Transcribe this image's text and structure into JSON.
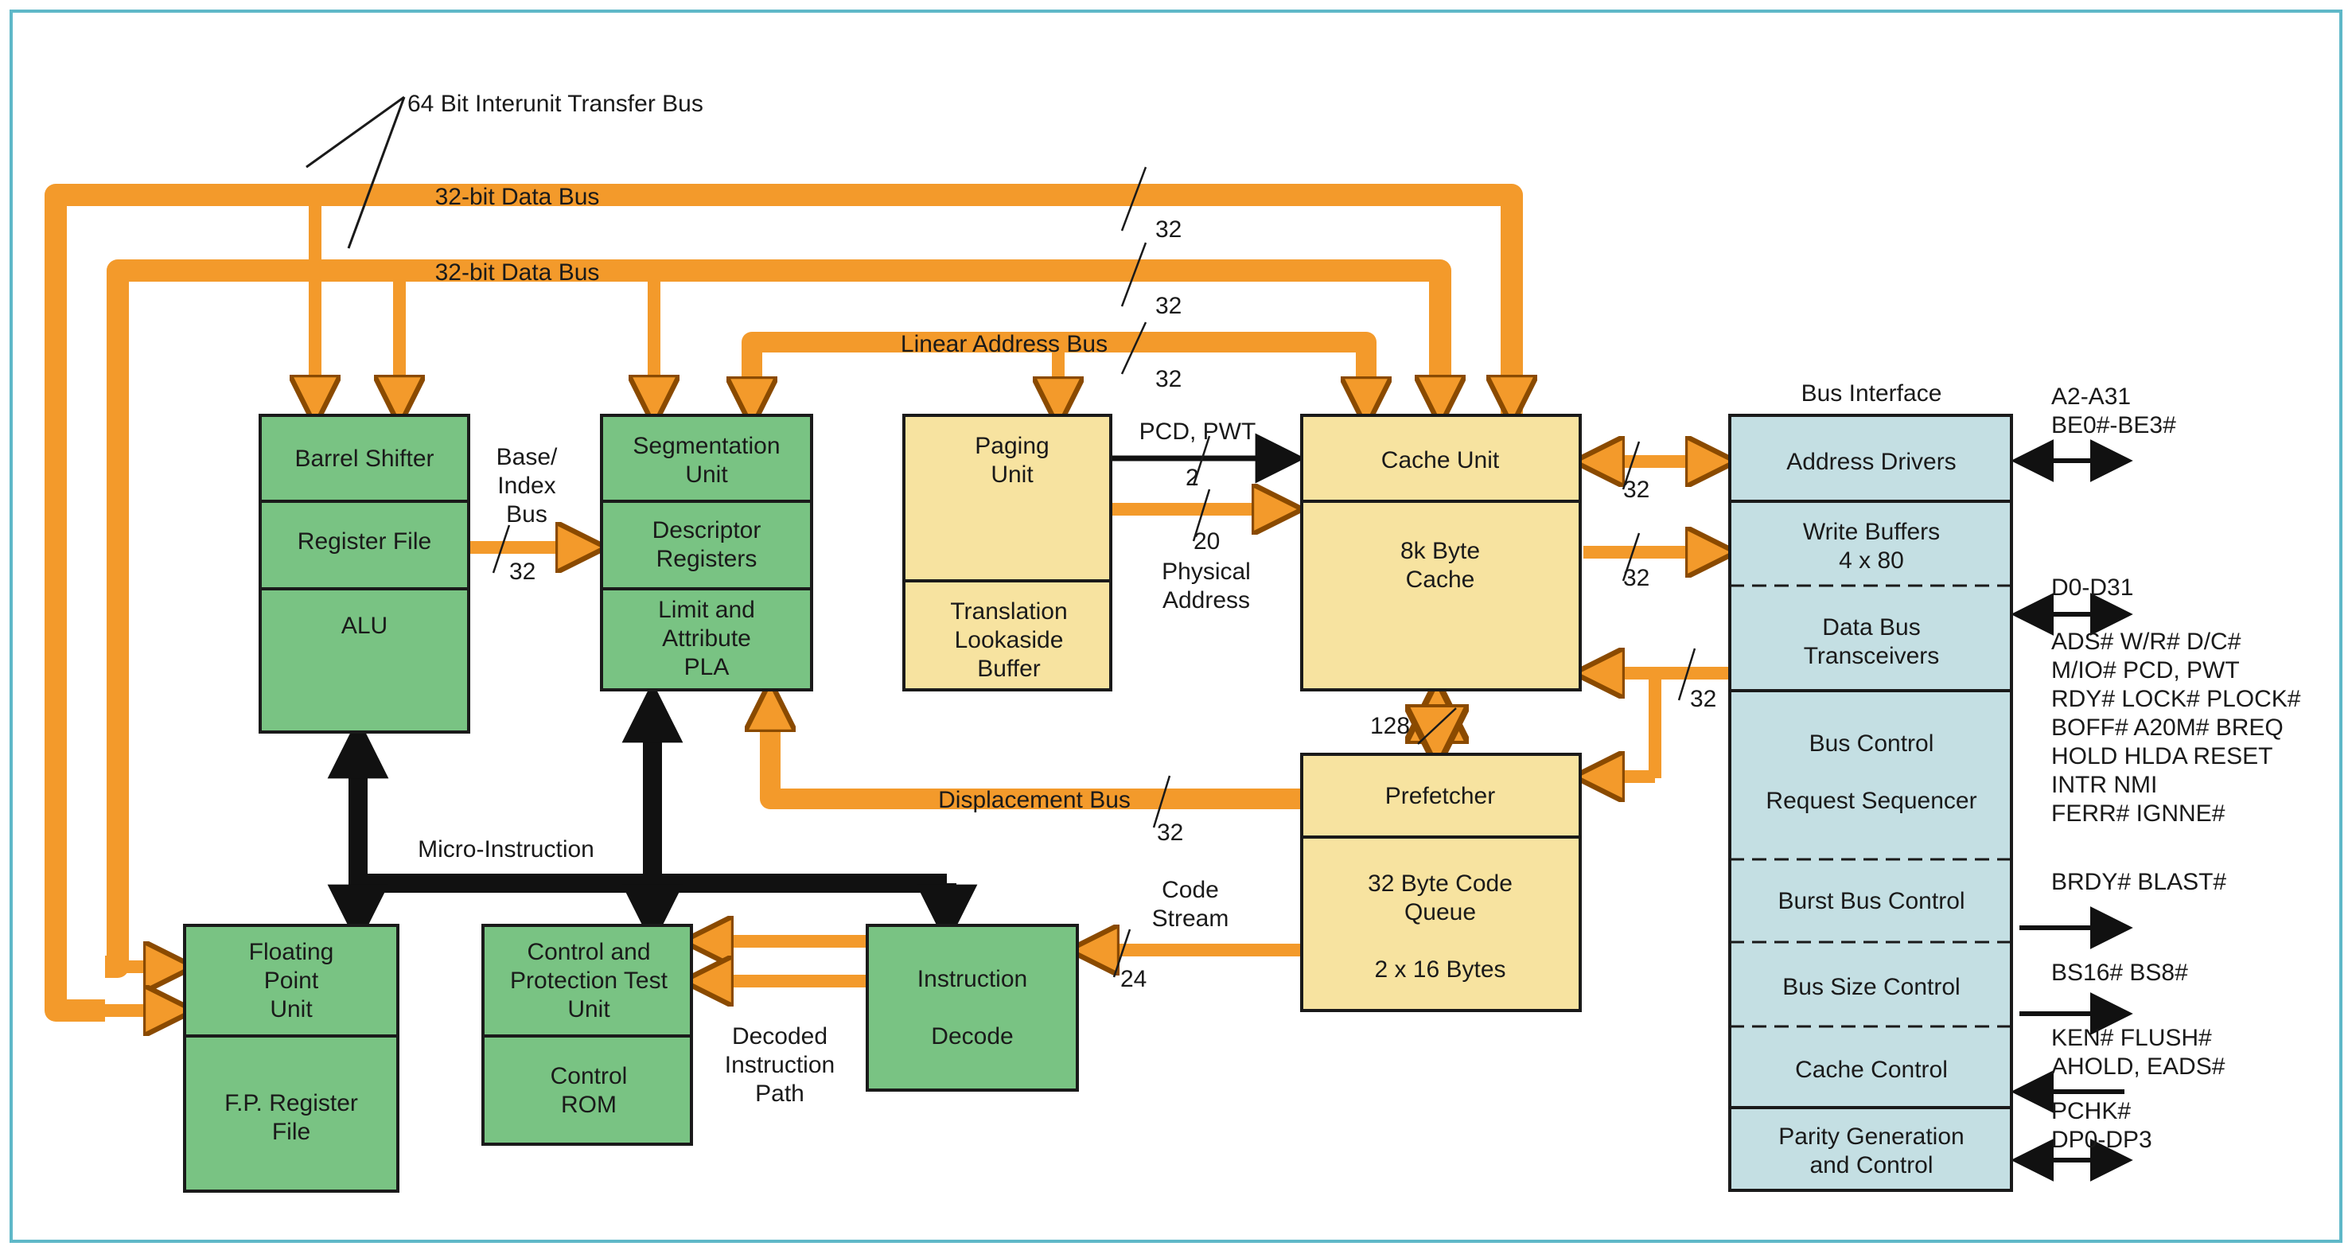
{
  "colors": {
    "orange_bus": "#f39a2b",
    "green_block": "#79c383",
    "yellow_block": "#f7e3a0",
    "blue_block": "#c4dfe3",
    "dark_bus": "#111111",
    "frame": "#5fb8c8"
  },
  "callout": {
    "transfer_bus": "64 Bit Interunit Transfer Bus"
  },
  "buses": {
    "data_bus_top": "32-bit Data Bus",
    "data_bus_second": "32-bit Data Bus",
    "linear_address": "Linear Address Bus",
    "displacement": "Displacement Bus",
    "micro_instruction": "Micro-Instruction",
    "base_index": [
      "Base/",
      "Index",
      "Bus"
    ],
    "pcd_pwt": "PCD, PWT",
    "physical_address": [
      "Physical",
      "Address"
    ],
    "code_stream": [
      "Code",
      "Stream"
    ],
    "decoded_path": [
      "Decoded",
      "Instruction",
      "Path"
    ]
  },
  "widths": {
    "w32_a": "32",
    "w32_b": "32",
    "w32_c": "32",
    "base_index": "32",
    "pcd": "2",
    "phys": "20",
    "cache_addr": "32",
    "cache_data": "32",
    "bus_return": "32",
    "prefetch_128": "128",
    "disp": "32",
    "code_24": "24"
  },
  "blocks": {
    "barrel_shifter": "Barrel Shifter",
    "register_file": "Register File",
    "alu": "ALU",
    "segmentation_unit": [
      "Segmentation",
      "Unit"
    ],
    "descriptor_registers": [
      "Descriptor",
      "Registers"
    ],
    "limit_attribute": [
      "Limit and",
      "Attribute",
      "PLA"
    ],
    "paging_unit": [
      "Paging",
      "Unit"
    ],
    "tlb": [
      "Translation",
      "Lookaside",
      "Buffer"
    ],
    "cache_unit": "Cache Unit",
    "cache_8k": [
      "8k Byte",
      "Cache"
    ],
    "prefetcher": "Prefetcher",
    "code_queue": [
      "32 Byte Code",
      "Queue"
    ],
    "code_queue_size": "2 x 16 Bytes",
    "fpu": [
      "Floating",
      "Point",
      "Unit"
    ],
    "fp_register_file": [
      "F.P. Register",
      "File"
    ],
    "control_protection": [
      "Control and",
      "Protection Test",
      "Unit"
    ],
    "control_rom": [
      "Control",
      "ROM"
    ],
    "instruction_decode": [
      "Instruction",
      "Decode"
    ]
  },
  "bus_interface": {
    "title": "Bus Interface",
    "address_drivers": "Address Drivers",
    "write_buffers": [
      "Write Buffers",
      "4 x 80"
    ],
    "data_transceivers": [
      "Data Bus",
      "Transceivers"
    ],
    "bus_control": "Bus Control",
    "request_sequencer": "Request Sequencer",
    "burst_bus_control": "Burst Bus Control",
    "bus_size_control": "Bus Size Control",
    "cache_control": "Cache Control",
    "parity": [
      "Parity Generation",
      "and Control"
    ]
  },
  "signals": {
    "address": [
      "A2-A31",
      "BE0#-BE3#"
    ],
    "data": "D0-D31",
    "control": [
      "ADS# W/R# D/C#",
      "M/IO# PCD, PWT",
      "RDY# LOCK# PLOCK#",
      "BOFF# A20M# BREQ",
      "HOLD HLDA RESET",
      "INTR NMI",
      "FERR# IGNNE#"
    ],
    "burst": "BRDY# BLAST#",
    "bus_size": "BS16# BS8#",
    "cache": [
      "KEN# FLUSH#",
      "AHOLD, EADS#"
    ],
    "parity": [
      "PCHK#",
      "DP0-DP3"
    ]
  }
}
